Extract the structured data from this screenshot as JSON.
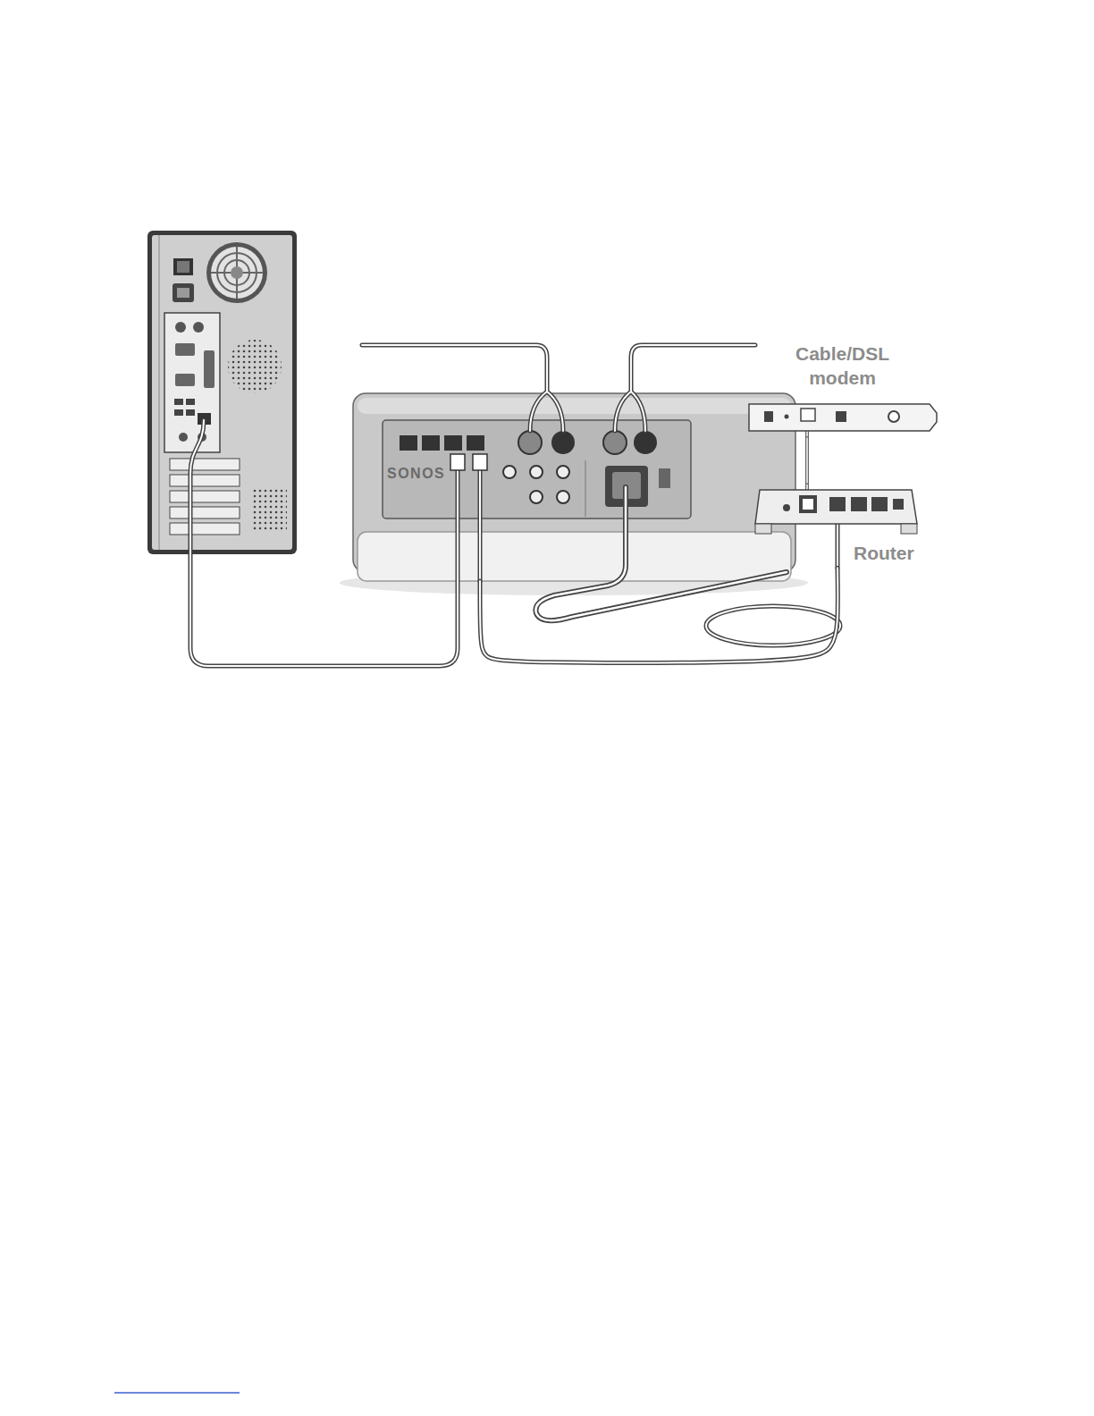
{
  "diagram": {
    "nodes": [
      {
        "text": [
          "Cable/DSL modem"
        ]
      },
      {
        "text": [
          "SONOS"
        ]
      },
      {
        "text": [
          "Router"
        ]
      }
    ],
    "edges": [
      {
        "from": 0,
        "to": 2,
        "arrow": "none"
      },
      {
        "from": 2,
        "to": 1,
        "arrow": "none"
      }
    ]
  }
}
